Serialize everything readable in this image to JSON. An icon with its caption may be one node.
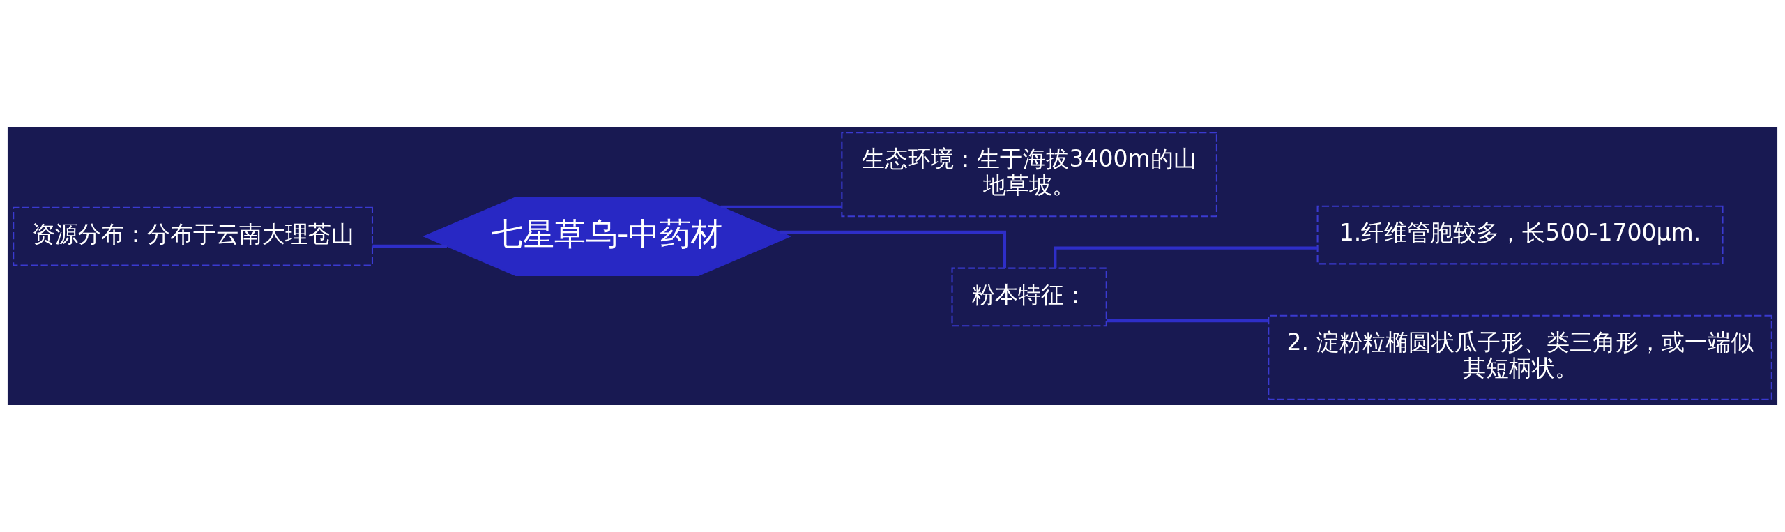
{
  "diagram": {
    "nodes": [
      {
        "text": [
          "七星草乌-中药材"
        ]
      },
      {
        "text": [
          "资源分布：分布于云南大理苍山"
        ]
      },
      {
        "text": [
          "生态环境：生于海拔3400m的山地草坡。"
        ]
      },
      {
        "text": [
          "粉本特征："
        ]
      },
      {
        "text": [
          "1.纤维管胞较多，长500-1700μm."
        ]
      },
      {
        "text": [
          "2. 淀粉粒椭圆状瓜子形、类三角形，或一端似其短柄状。"
        ]
      }
    ],
    "edges": [
      {
        "from": 0,
        "to": 1,
        "arrow": "none"
      },
      {
        "from": 0,
        "to": 2,
        "arrow": "none"
      },
      {
        "from": 0,
        "to": 3,
        "arrow": "none"
      },
      {
        "from": 3,
        "to": 4,
        "arrow": "none"
      },
      {
        "from": 3,
        "to": 5,
        "arrow": "none"
      }
    ]
  }
}
